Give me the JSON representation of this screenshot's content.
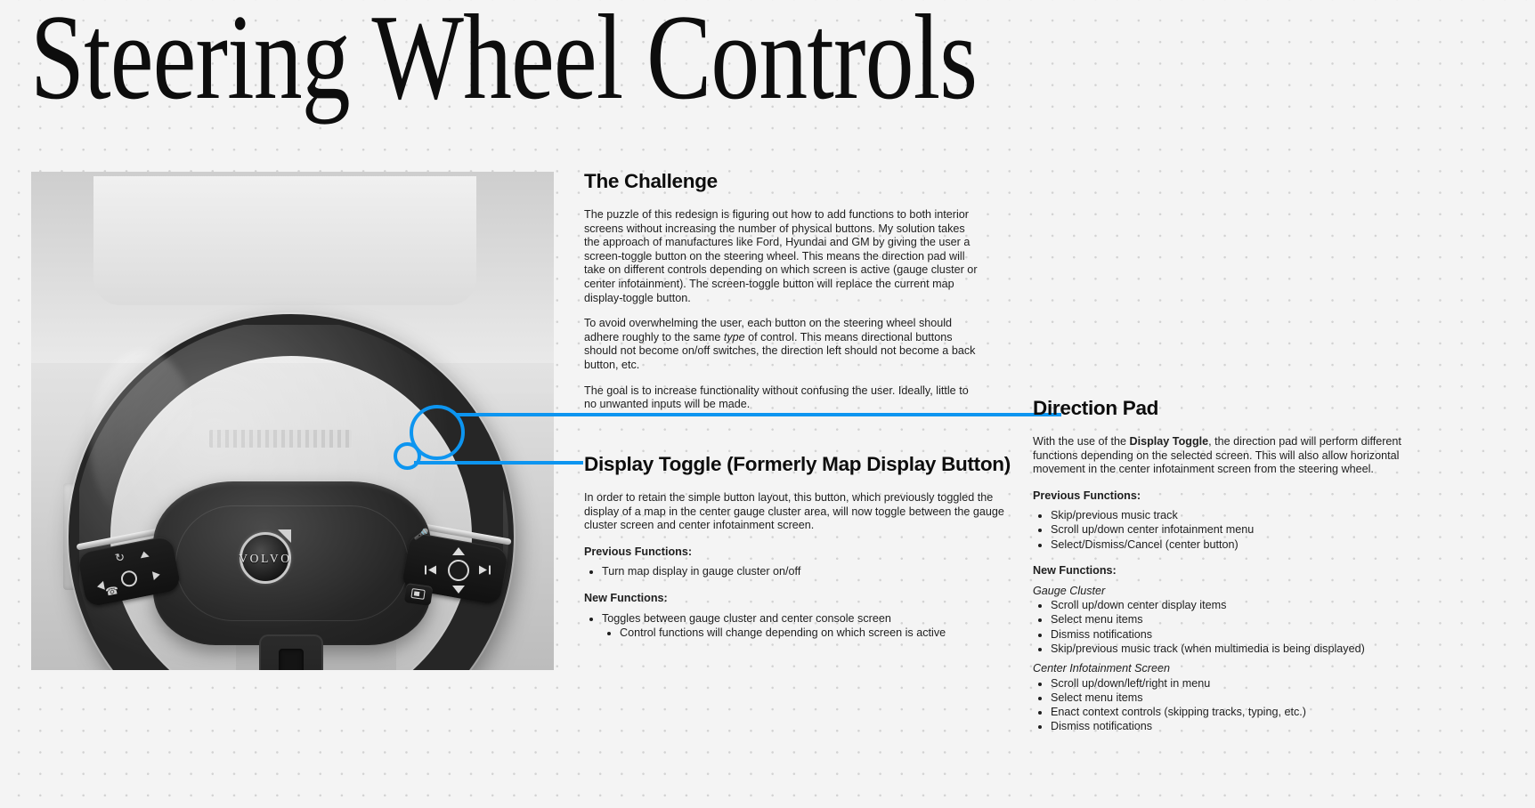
{
  "page": {
    "title": "Steering Wheel Controls",
    "accent_color": "#0d95f0",
    "background_color": "#f4f4f4",
    "grid_dot_color": "#d2d2d2"
  },
  "photo": {
    "alt_name": "volvo-steering-wheel-photo",
    "badge_text": "VOLVO"
  },
  "challenge": {
    "heading": "The Challenge",
    "paragraph_1": "The puzzle of this redesign is figuring out how to add functions to both interior screens without increasing the number of physical buttons. My solution takes the approach of manufactures like Ford, Hyundai and GM by giving the user a screen-toggle button on the steering wheel. This means the direction pad will take on different controls depending on which screen is active (gauge cluster or center infotainment). The screen-toggle button will replace the current map display-toggle button.",
    "paragraph_2_a": "To avoid overwhelming the user, each button on the steering wheel should adhere roughly to the same ",
    "paragraph_2_em": "type",
    "paragraph_2_b": " of control. This means directional buttons should not become on/off switches, the direction left should not become a back button, etc.",
    "paragraph_3": "The goal is to increase functionality without confusing the user. Ideally, little to no unwanted inputs will be made."
  },
  "display_toggle": {
    "heading": "Display Toggle (Formerly Map Display Button)",
    "paragraph": "In order to retain the simple button layout, this button, which previously toggled the display of a map in the center gauge cluster area, will now toggle between the gauge cluster screen and center infotainment screen.",
    "previous_label": "Previous Functions:",
    "previous_functions": [
      "Turn map display in gauge cluster on/off"
    ],
    "new_label": "New Functions:",
    "new_functions": [
      "Toggles between gauge cluster and center console screen"
    ],
    "new_functions_sub": [
      "Control functions will change depending on which screen is active"
    ]
  },
  "direction_pad": {
    "heading": "Direction Pad",
    "paragraph_a": "With the use of the ",
    "paragraph_bold": "Display Toggle",
    "paragraph_b": ", the direction pad will perform different functions depending on the selected screen. This will also allow horizontal movement in the center infotainment screen from the steering wheel.",
    "previous_label": "Previous Functions:",
    "previous_functions": [
      "Skip/previous music track",
      "Scroll up/down center infotainment menu",
      "Select/Dismiss/Cancel (center button)"
    ],
    "new_label": "New Functions:",
    "gauge_cluster_label": "Gauge Cluster",
    "gauge_cluster_functions": [
      "Scroll up/down center display items",
      "Select menu items",
      "Dismiss notifications",
      "Skip/previous music track (when multimedia is being displayed)"
    ],
    "center_infotainment_label": "Center Infotainment Screen",
    "center_infotainment_functions": [
      "Scroll up/down/left/right in menu",
      "Select menu items",
      "Enact context controls (skipping tracks, typing, etc.)",
      "Dismiss notifications"
    ]
  }
}
